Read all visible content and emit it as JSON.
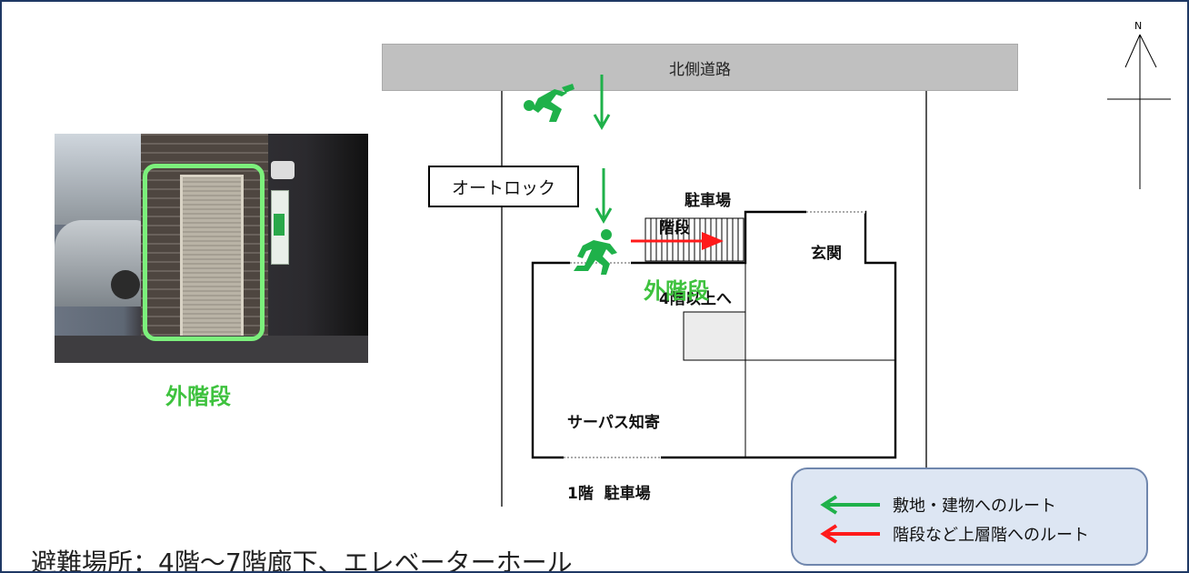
{
  "map": {
    "road_label": "北側道路",
    "north_label": "N",
    "autolock_label": "オートロック",
    "parking_stairs_lines": [
      "駐車場",
      "階段",
      "4階以上へ"
    ],
    "entrance_label": "玄関",
    "outdoor_stairs_label": "外階段",
    "building_lines": [
      "サーパス知寄",
      "1階  駐車場"
    ]
  },
  "photo": {
    "caption": "外階段"
  },
  "evacuation": {
    "text": "避難場所：4階〜7階廊下、エレベーターホール"
  },
  "legend": {
    "green_label": "敷地・建物へのルート",
    "red_label": "階段など上層階へのルート"
  },
  "colors": {
    "route_green": "#1fb14a",
    "route_red": "#ff1a1a",
    "highlight_green": "#7cf07c",
    "frame": "#1f3864",
    "road": "#c0c0c0",
    "legend_bg": "#dde6f3"
  },
  "icons": [
    "running-person-icon",
    "north-arrow-icon",
    "green-arrow-icon",
    "red-arrow-icon"
  ]
}
